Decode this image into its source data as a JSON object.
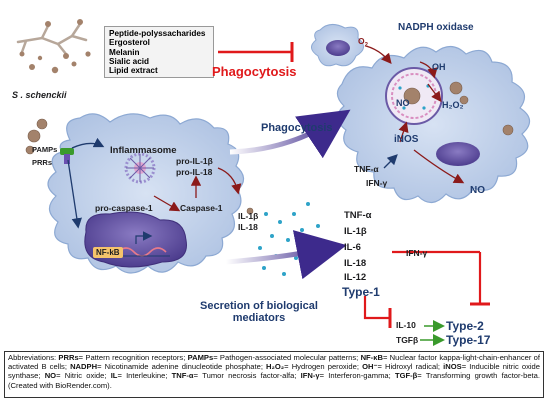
{
  "fungus": {
    "name": "S . schenckii",
    "components": [
      "Peptide-polyssacharides",
      "Ergosterol",
      "Melanin",
      "Sialic acid",
      "Lipid extract"
    ]
  },
  "phagocytosis_blocked_label": "Phagocytosis",
  "phagocytosis_label": "Phagocytosis",
  "receptors": {
    "pamps": "PAMPs",
    "prrs": "PRRs"
  },
  "inflammasome": {
    "title": "Inflammasome",
    "pro_il1b": "pro-IL-1β",
    "pro_il18": "pro-IL-18",
    "pro_caspase": "pro-caspase-1",
    "caspase": "Caspase-1"
  },
  "nfkb": "NF-kB",
  "released_cytokines": [
    "IL-1β",
    "IL-18"
  ],
  "macrophage2": {
    "o2": "O",
    "o2_sub": "2",
    "nadph": "NADPH oxidase",
    "oh": "OH",
    "h2o2": "H₂O₂",
    "no_inner": "NO",
    "inos": "iNOS",
    "tnf": "TNF-α",
    "ifn": "IFN-γ",
    "no_out": "NO"
  },
  "cytokine_list": [
    "TNF-α",
    "IL-1β",
    "IL-6",
    "IL-18",
    "IL-12"
  ],
  "type1": "Type-1",
  "ifn_right": "IFN-γ",
  "secretion_label": [
    "Secretion of biological",
    "mediators"
  ],
  "il10": "IL-10",
  "tgfb": "TGFβ",
  "type2": "Type-2",
  "type17": "Type-17",
  "legend": [
    {
      "term": "",
      "text": "Abbreviations: "
    },
    {
      "term": "PRRs",
      "text": "= Pattern recognition receptors; "
    },
    {
      "term": "PAMPs",
      "text": "= Pathogen-associated molecular patterns; "
    },
    {
      "term": "NF-κB",
      "text": "= Nuclear factor kappa-light-chain-enhancer of activated B cells; "
    },
    {
      "term": "NADPH",
      "text": "= Nicotinamide adenine dinucleotide phosphate; "
    },
    {
      "term": "H₂O₂",
      "text": "= Hydrogen peroxide; "
    },
    {
      "term": "OH⁻",
      "text": "= Hidroxyl radical; "
    },
    {
      "term": "iNOS",
      "text": "= Inducible nitric oxide synthase; "
    },
    {
      "term": "NO",
      "text": "= Nitric oxide; "
    },
    {
      "term": "IL",
      "text": "= Interleukine; "
    },
    {
      "term": "TNF-α",
      "text": "= Tumor necrosis factor-alfa; "
    },
    {
      "term": "IFN-γ",
      "text": "= Interferon-gamma; "
    },
    {
      "term": "TGF-β",
      "text": "= Transforming growth factor-beta. (Created with BioRender.com)."
    }
  ],
  "colors": {
    "cell_fill": "#c4d3ea",
    "cell_edge": "#8da9d3",
    "nucleus": "#6b5aa6",
    "navy": "#1f3b6e",
    "red": "#e0191b",
    "green": "#3a9a2c",
    "dark_red": "#8b1a1a",
    "fungus": "#a3826b"
  }
}
